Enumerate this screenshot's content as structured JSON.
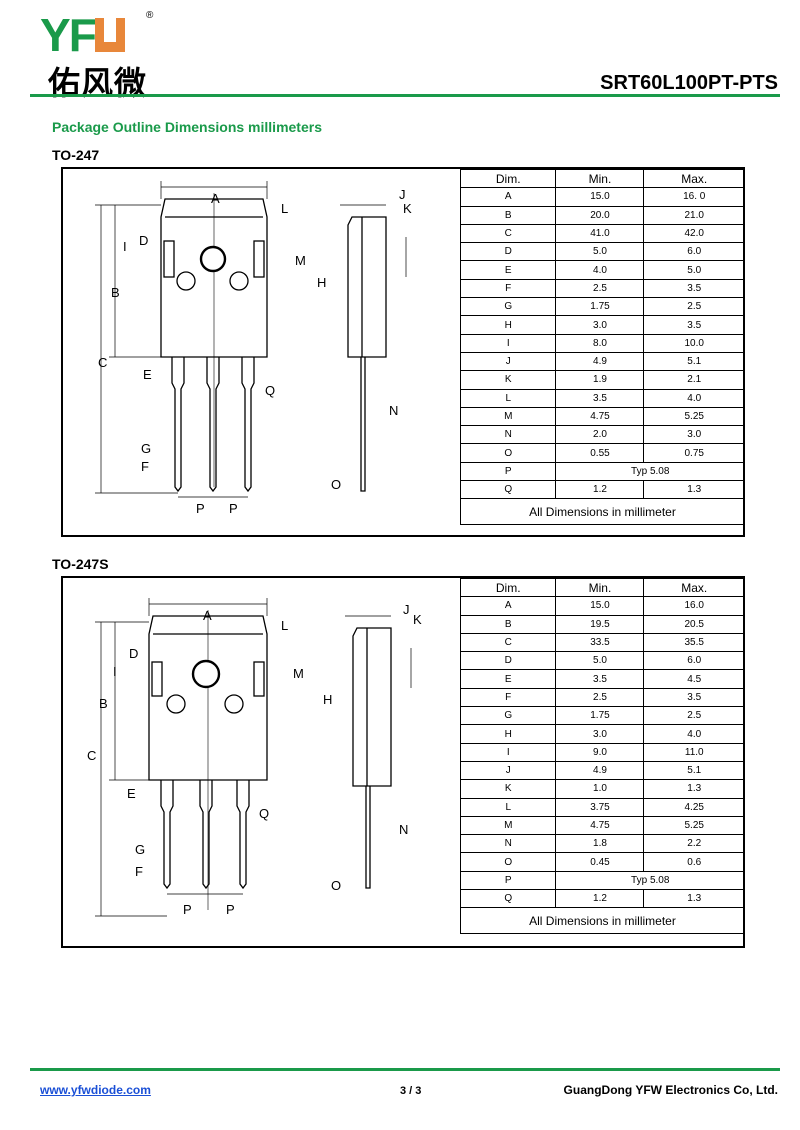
{
  "header": {
    "logo_text": "YFW",
    "logo_cn": "佑风微",
    "logo_registered": "®",
    "part_number": "SRT60L100PT-PTS"
  },
  "section_title": "Package Outline Dimensions millimeters",
  "colors": {
    "brand_green": "#1a9a4a",
    "brand_orange": "#e8873a",
    "link_blue": "#1a4fd6"
  },
  "packages": [
    {
      "name": "TO-247",
      "labels": [
        "A",
        "B",
        "C",
        "D",
        "E",
        "F",
        "G",
        "H",
        "I",
        "J",
        "K",
        "L",
        "M",
        "N",
        "O",
        "P",
        "P",
        "Q"
      ],
      "table": {
        "headers": [
          "Dim.",
          "Min.",
          "Max."
        ],
        "rows": [
          [
            "A",
            "15.0",
            "16. 0"
          ],
          [
            "B",
            "20.0",
            "21.0"
          ],
          [
            "C",
            "41.0",
            "42.0"
          ],
          [
            "D",
            "5.0",
            "6.0"
          ],
          [
            "E",
            "4.0",
            "5.0"
          ],
          [
            "F",
            "2.5",
            "3.5"
          ],
          [
            "G",
            "1.75",
            "2.5"
          ],
          [
            "H",
            "3.0",
            "3.5"
          ],
          [
            "I",
            "8.0",
            "10.0"
          ],
          [
            "J",
            "4.9",
            "5.1"
          ],
          [
            "K",
            "1.9",
            "2.1"
          ],
          [
            "L",
            "3.5",
            "4.0"
          ],
          [
            "M",
            "4.75",
            "5.25"
          ],
          [
            "N",
            "2.0",
            "3.0"
          ],
          [
            "O",
            "0.55",
            "0.75"
          ],
          [
            "P",
            "Typ 5.08",
            null
          ],
          [
            "Q",
            "1.2",
            "1.3"
          ]
        ],
        "footer": "All Dimensions in millimeter"
      }
    },
    {
      "name": "TO-247S",
      "labels": [
        "A",
        "B",
        "C",
        "D",
        "E",
        "F",
        "G",
        "H",
        "I",
        "J",
        "K",
        "L",
        "M",
        "N",
        "O",
        "P",
        "P",
        "Q"
      ],
      "table": {
        "headers": [
          "Dim.",
          "Min.",
          "Max."
        ],
        "rows": [
          [
            "A",
            "15.0",
            "16.0"
          ],
          [
            "B",
            "19.5",
            "20.5"
          ],
          [
            "C",
            "33.5",
            "35.5"
          ],
          [
            "D",
            "5.0",
            "6.0"
          ],
          [
            "E",
            "3.5",
            "4.5"
          ],
          [
            "F",
            "2.5",
            "3.5"
          ],
          [
            "G",
            "1.75",
            "2.5"
          ],
          [
            "H",
            "3.0",
            "4.0"
          ],
          [
            "I",
            "9.0",
            "11.0"
          ],
          [
            "J",
            "4.9",
            "5.1"
          ],
          [
            "K",
            "1.0",
            "1.3"
          ],
          [
            "L",
            "3.75",
            "4.25"
          ],
          [
            "M",
            "4.75",
            "5.25"
          ],
          [
            "N",
            "1.8",
            "2.2"
          ],
          [
            "O",
            "0.45",
            "0.6"
          ],
          [
            "P",
            "Typ 5.08",
            null
          ],
          [
            "Q",
            "1.2",
            "1.3"
          ]
        ],
        "footer": "All Dimensions in millimeter"
      }
    }
  ],
  "footer": {
    "website": "www.yfwdiode.com",
    "page": "3 / 3",
    "company": "GuangDong YFW Electronics Co, Ltd."
  }
}
